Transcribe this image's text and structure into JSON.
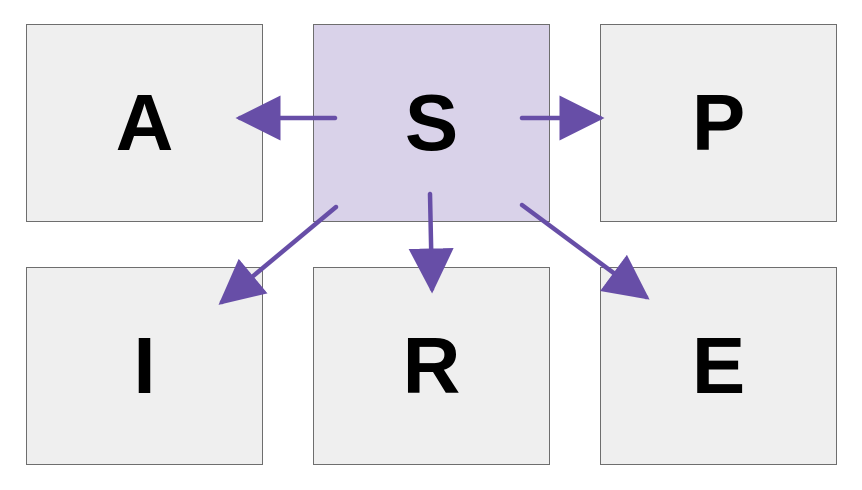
{
  "colors": {
    "center_fill": "#d9d2e9",
    "box_fill": "#efefef",
    "arrow": "#674ea7",
    "border": "#6e6e6e"
  },
  "nodes": {
    "s": {
      "label": "S"
    },
    "a": {
      "label": "A"
    },
    "p": {
      "label": "P"
    },
    "i": {
      "label": "I"
    },
    "r": {
      "label": "R"
    },
    "e": {
      "label": "E"
    }
  },
  "edges": [
    {
      "from": "S",
      "to": "A"
    },
    {
      "from": "S",
      "to": "P"
    },
    {
      "from": "S",
      "to": "I"
    },
    {
      "from": "S",
      "to": "R"
    },
    {
      "from": "S",
      "to": "E"
    }
  ]
}
